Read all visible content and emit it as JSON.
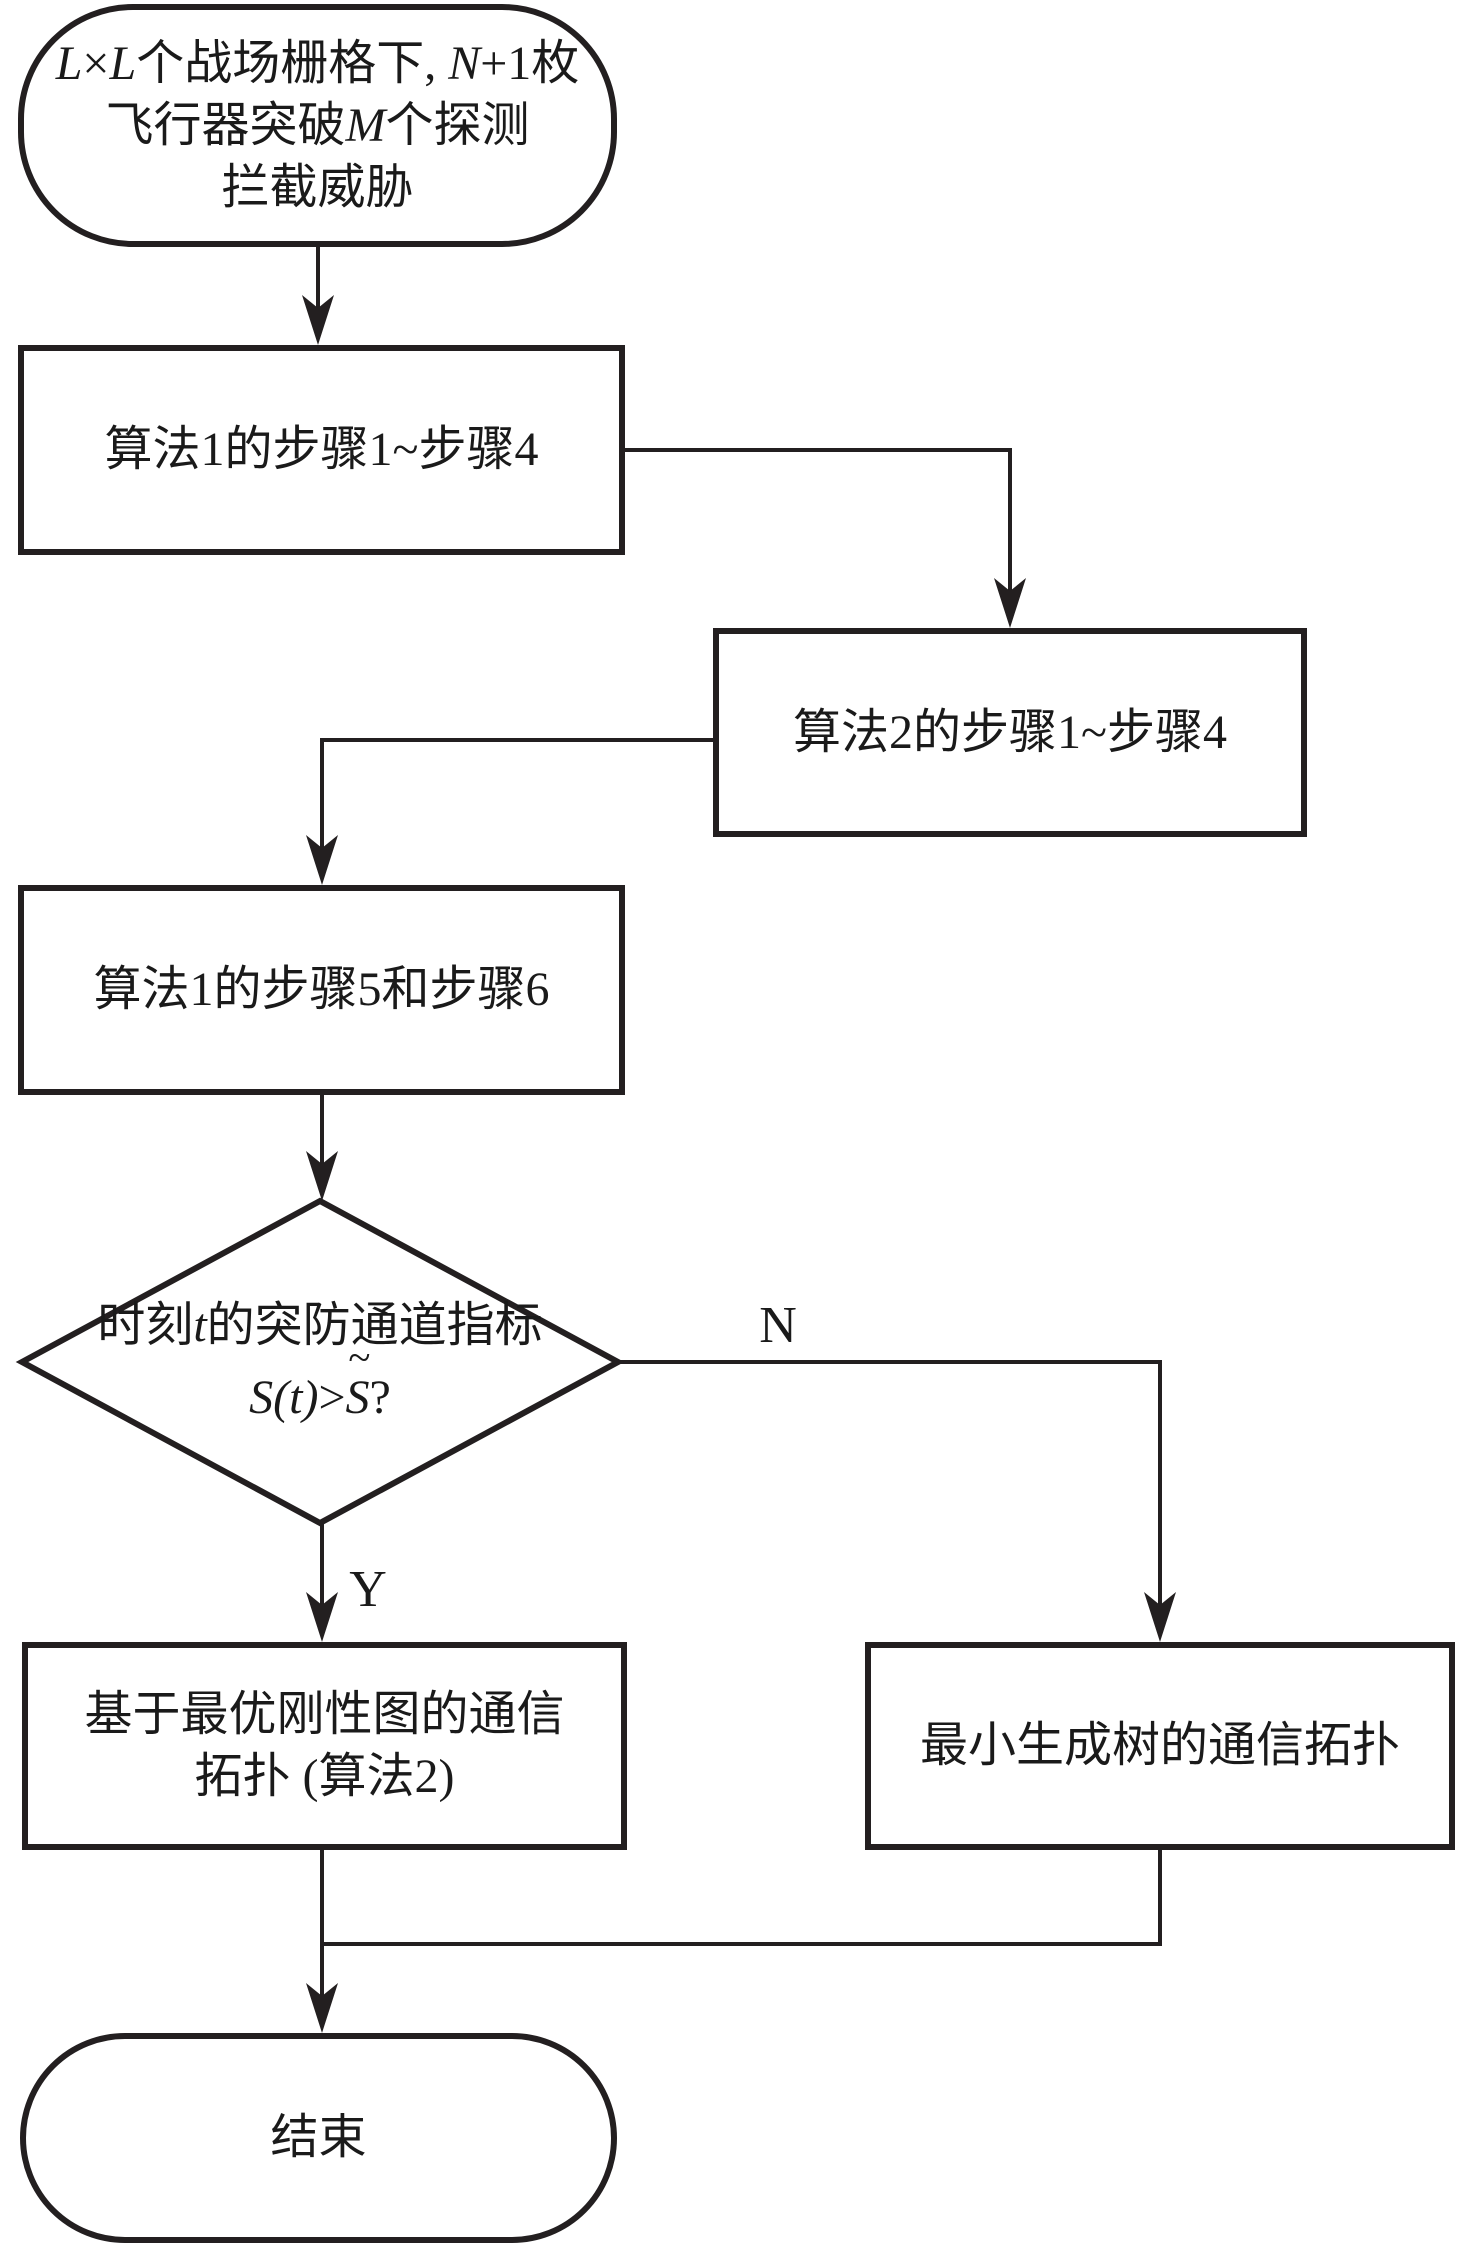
{
  "figure": {
    "type": "flowchart",
    "colors": {
      "stroke": "#231f20",
      "background": "#ffffff",
      "text": "#1a1a1a"
    },
    "nodes": {
      "start": {
        "line1": {
          "l1": "L",
          "times": "×",
          "l2": "L",
          "mid": "个战场栅格下, ",
          "n": "N",
          "tail": "+1枚"
        },
        "line2": {
          "pre": "飞行器突破",
          "m": "M",
          "tail": "个探测"
        },
        "line3": "拦截威胁"
      },
      "step1": {
        "label": "算法1的步骤1~步骤4"
      },
      "step2": {
        "label": "算法2的步骤1~步骤4"
      },
      "step3": {
        "label": "算法1的步骤5和步骤6"
      },
      "decision": {
        "line1": {
          "pre": "时刻",
          "t": "t",
          "tail": "的突防通道指标"
        },
        "line2": {
          "s": "S",
          "paren": "(t)",
          "gt": ">",
          "s2": "S",
          "tilde": "~",
          "q": "?"
        }
      },
      "rigid_box": {
        "line1": "基于最优刚性图的通信",
        "line2": "拓扑 (算法2)"
      },
      "mst_box": {
        "label": "最小生成树的通信拓扑"
      },
      "end": {
        "label": "结束"
      }
    },
    "edge_labels": {
      "no": "N",
      "yes": "Y"
    }
  }
}
